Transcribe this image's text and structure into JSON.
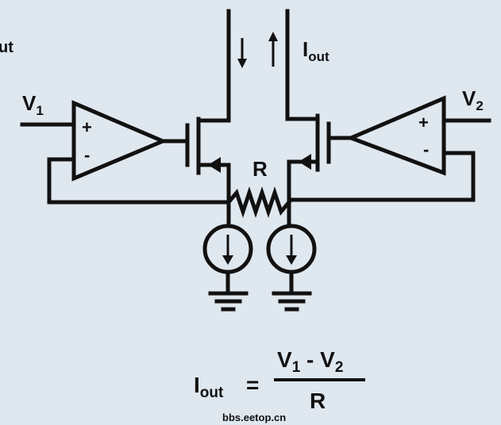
{
  "labels": {
    "corner_out": "ut",
    "v1_main": "V",
    "v1_sub": "1",
    "v2_main": "V",
    "v2_sub": "2",
    "iout_main": "I",
    "iout_sub": "out",
    "resistor": "R",
    "opamp_plus": "+",
    "opamp_minus": "-"
  },
  "formula": {
    "lhs_main": "I",
    "lhs_sub": "out",
    "equals": "=",
    "num_v1": "V",
    "num_v1_sub": "1",
    "num_minus": " - ",
    "num_v2": "V",
    "num_v2_sub": "2",
    "denominator": "R"
  },
  "watermark": "bbs.eetop.cn",
  "colors": {
    "ink": "#111111",
    "paper": "#dfe7ef"
  }
}
